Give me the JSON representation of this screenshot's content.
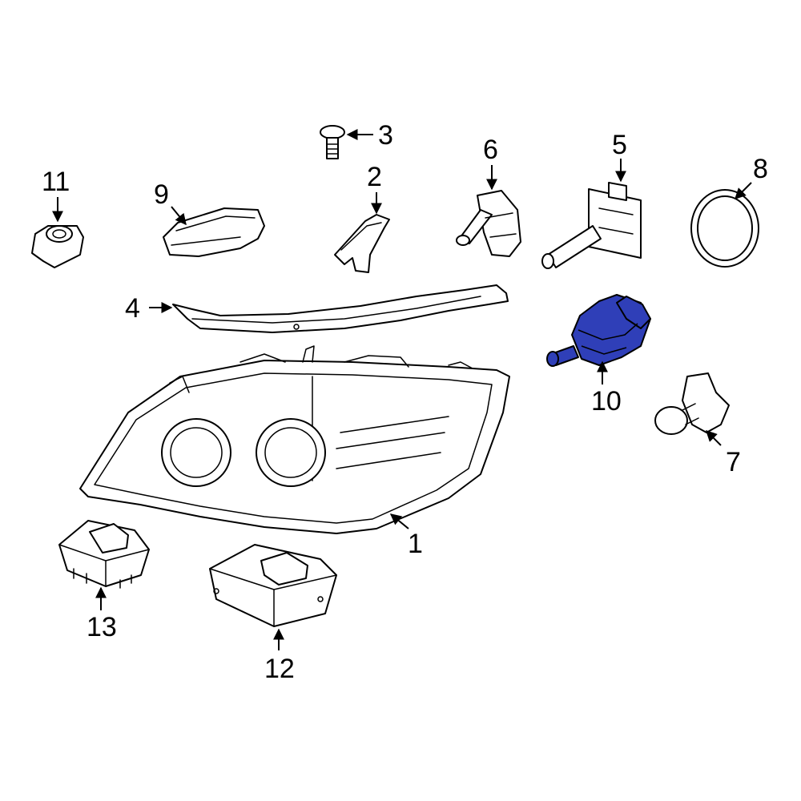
{
  "colors": {
    "background": "#ffffff",
    "line": "#000000",
    "highlight": "#2f3fb8"
  },
  "highlighted_part": "10",
  "callouts": {
    "c1": "1",
    "c2": "2",
    "c3": "3",
    "c4": "4",
    "c5": "5",
    "c6": "6",
    "c7": "7",
    "c8": "8",
    "c9": "9",
    "c10": "10",
    "c11": "11",
    "c12": "12",
    "c13": "13"
  }
}
